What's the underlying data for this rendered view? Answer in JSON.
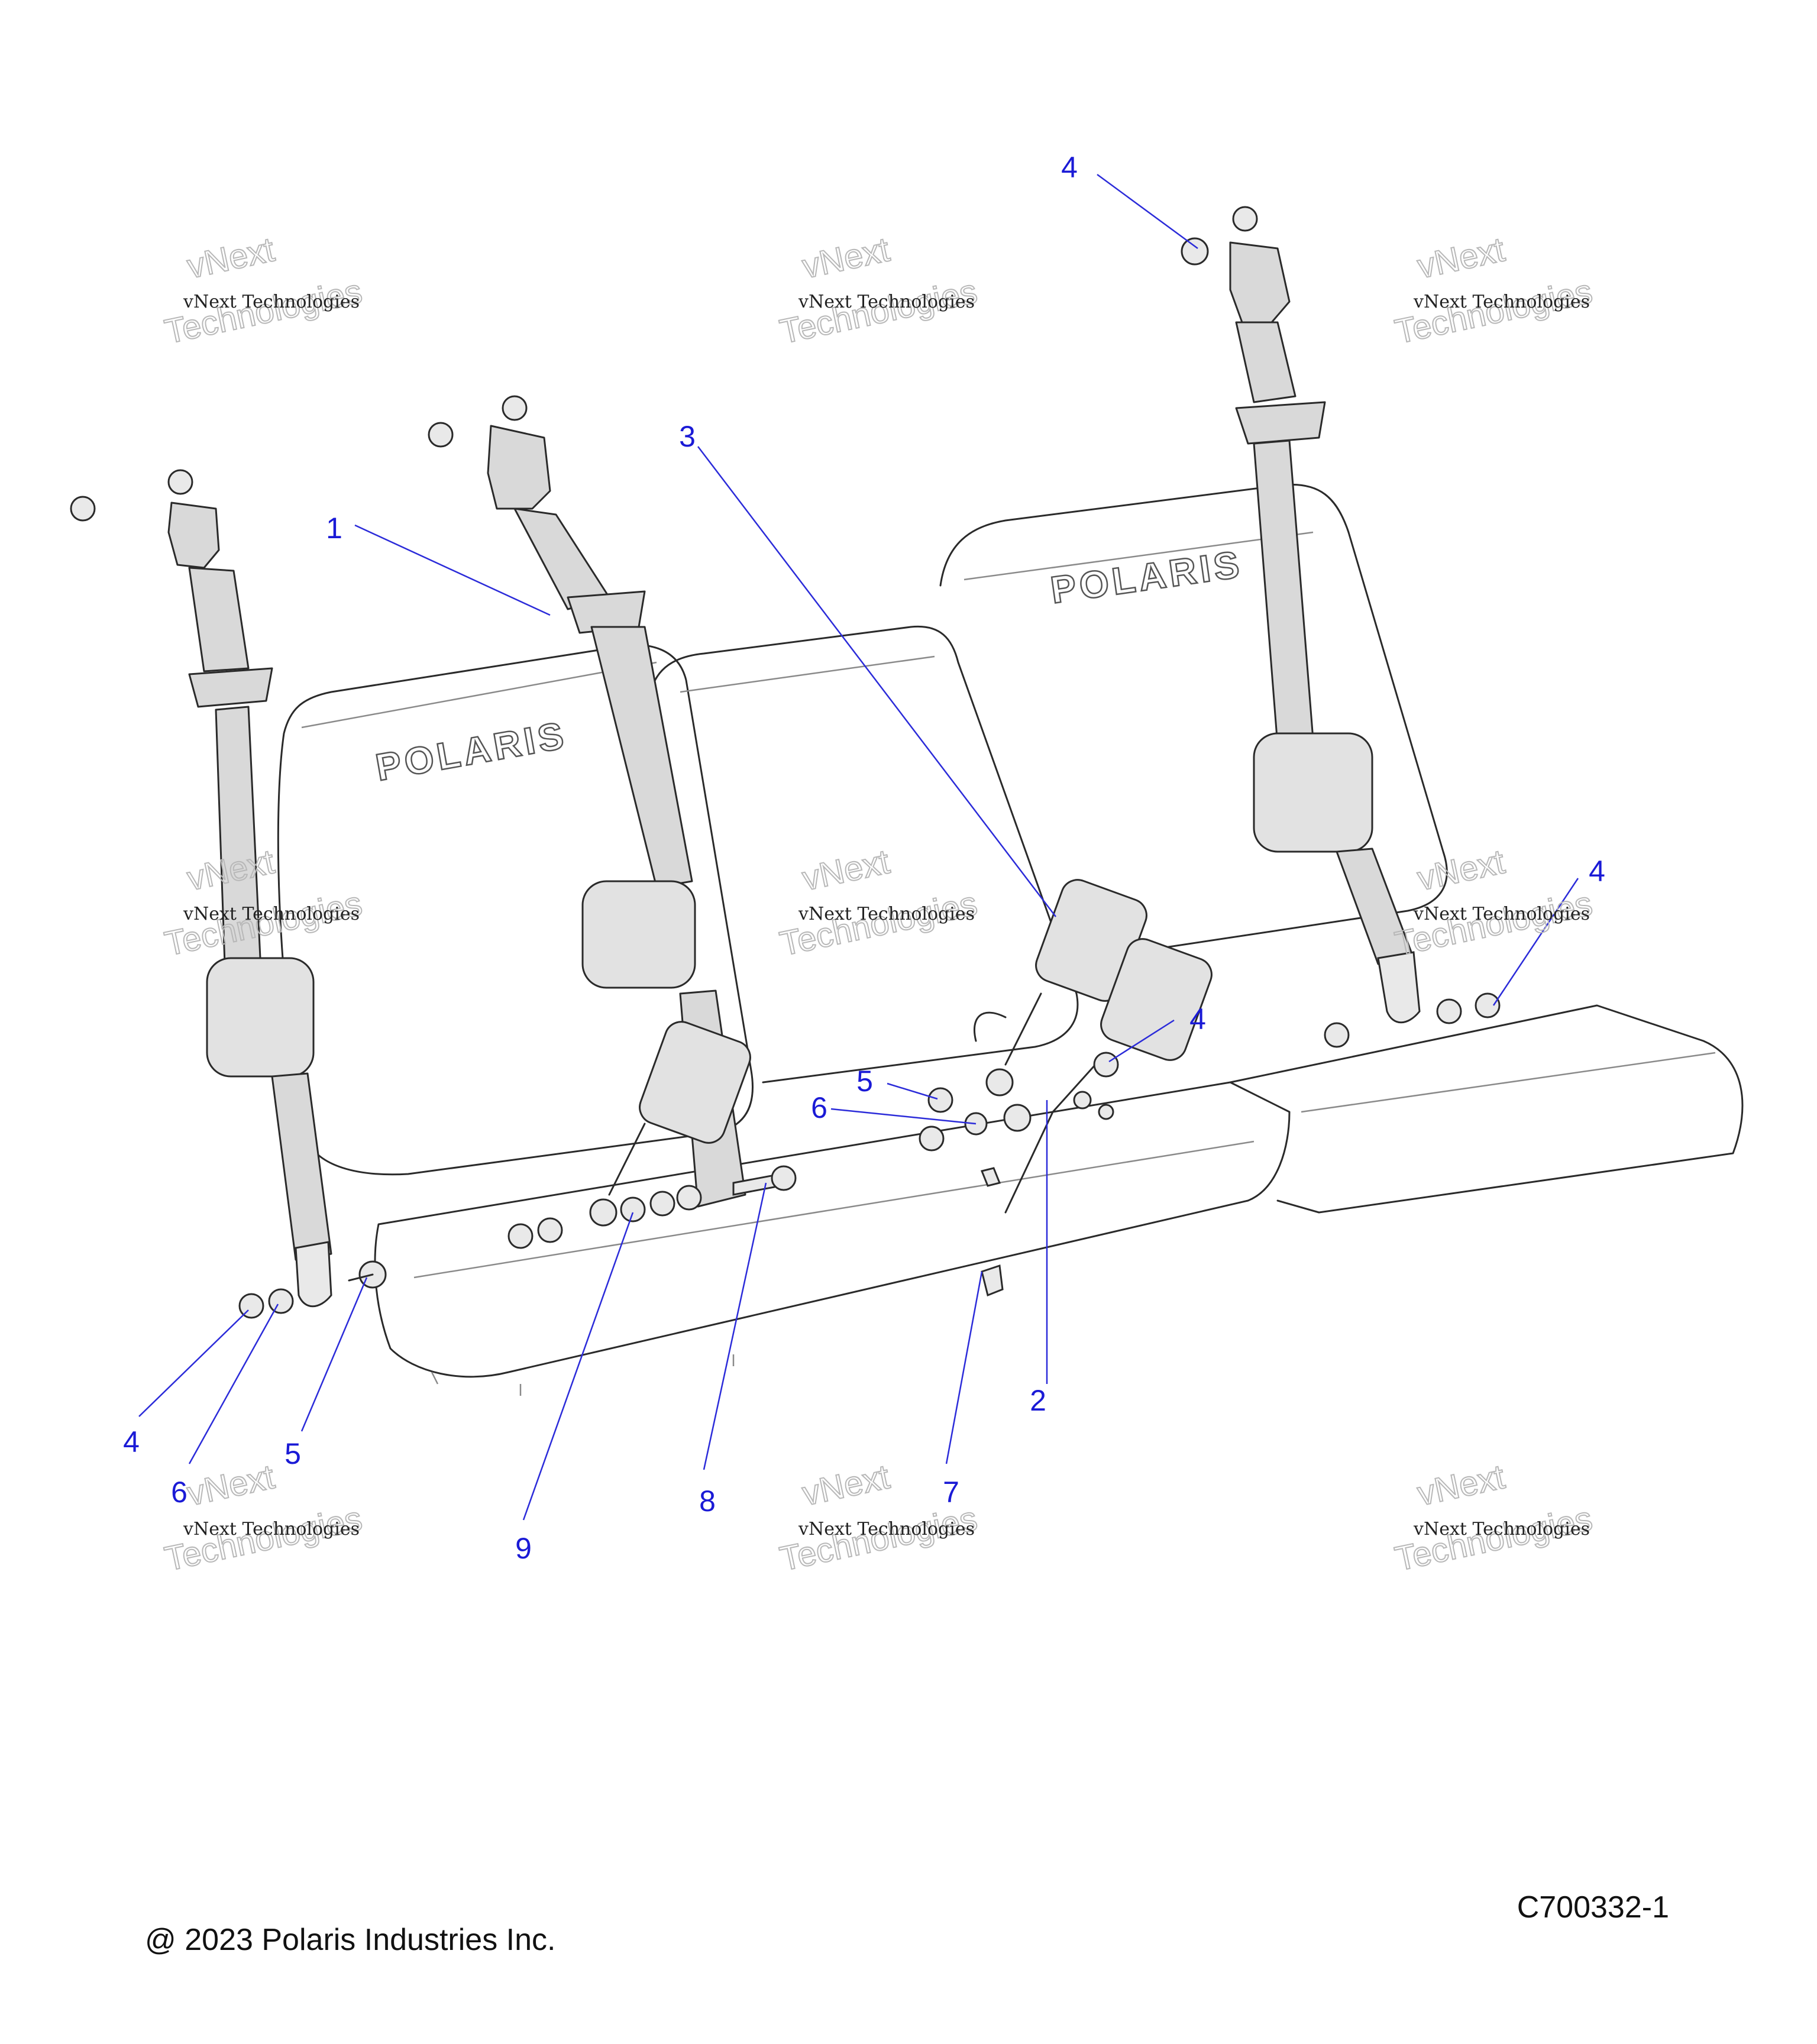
{
  "brand_text": "POLARIS",
  "watermark": {
    "name": "vNext Technologies",
    "line1": "vNext",
    "line2": "Technologies"
  },
  "callouts": [
    {
      "number": "1"
    },
    {
      "number": "2"
    },
    {
      "number": "3"
    },
    {
      "number": "4"
    },
    {
      "number": "4"
    },
    {
      "number": "4"
    },
    {
      "number": "4"
    },
    {
      "number": "5"
    },
    {
      "number": "5"
    },
    {
      "number": "6"
    },
    {
      "number": "6"
    },
    {
      "number": "7"
    },
    {
      "number": "8"
    },
    {
      "number": "9"
    }
  ],
  "footer": {
    "copyright": "@ 2023 Polaris Industries Inc.",
    "drawing_number": "C700332-1"
  },
  "colors": {
    "callout": "#1a1ad6",
    "line_art": "#2a2a2a",
    "belt_fill": "#d9d9d9"
  }
}
